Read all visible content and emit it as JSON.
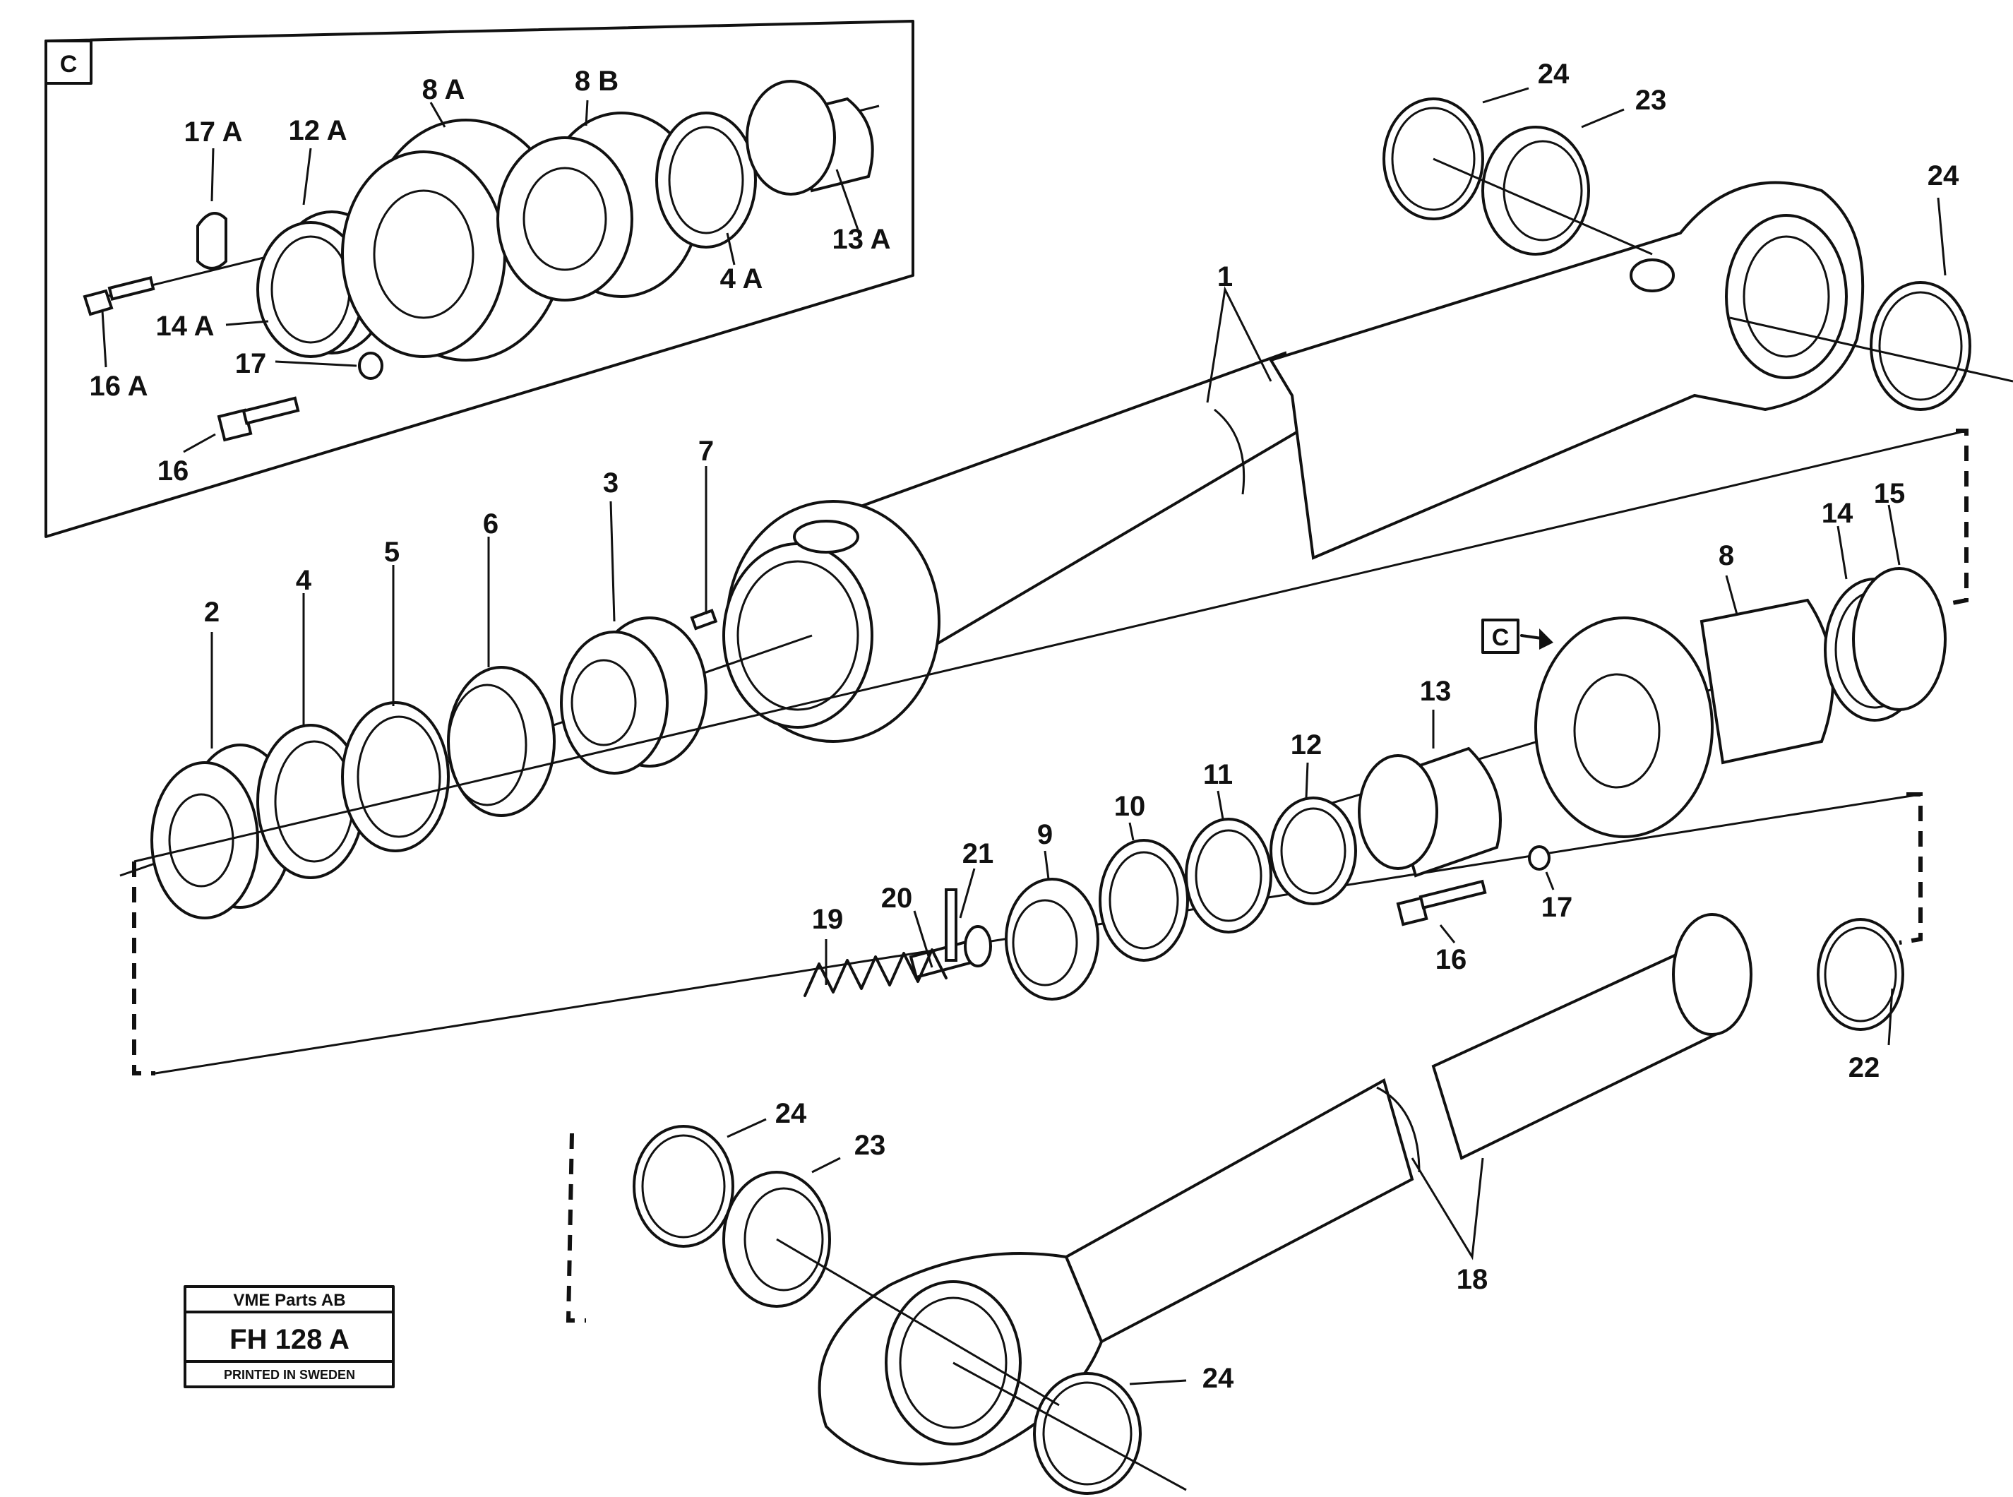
{
  "detail": {
    "box_label": "C"
  },
  "callouts": {
    "c_1": "1",
    "c_2": "2",
    "c_3": "3",
    "c_4": "4",
    "c_5": "5",
    "c_6": "6",
    "c_7": "7",
    "c_8": "8",
    "c_9": "9",
    "c_10": "10",
    "c_11": "11",
    "c_12": "12",
    "c_13": "13",
    "c_14": "14",
    "c_15": "15",
    "c_16": "16",
    "c_17": "17",
    "c_18": "18",
    "c_19": "19",
    "c_20": "20",
    "c_21": "21",
    "c_22": "22",
    "c_23a": "23",
    "c_23b": "23",
    "c_24a": "24",
    "c_24b": "24",
    "c_24c": "24",
    "c_24d": "24",
    "c_8A": "8 A",
    "c_8B": "8 B",
    "c_4A": "4 A",
    "c_12A": "12 A",
    "c_13A": "13 A",
    "c_14A": "14 A",
    "c_16A": "16 A",
    "c_17A": "17 A",
    "c_16d": "16",
    "c_17d": "17",
    "c_Cref": "C"
  },
  "stamp": {
    "company": "VME Parts AB",
    "code": "FH 128 A",
    "printed": "PRINTED IN SWEDEN"
  }
}
